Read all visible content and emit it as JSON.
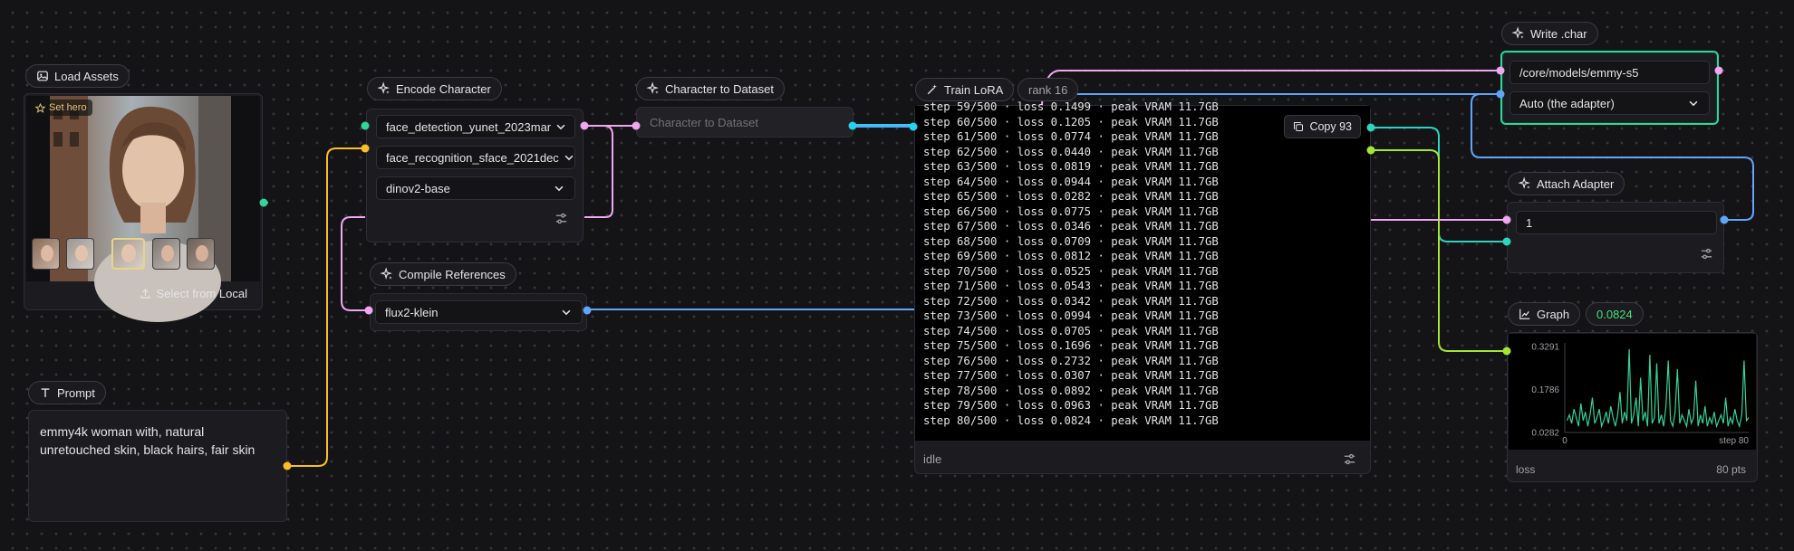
{
  "nodes": {
    "load_assets": {
      "title": "Load Assets",
      "badge": "Set hero",
      "select_label": "Select from Local"
    },
    "prompt": {
      "title": "Prompt",
      "text": "emmy4k woman with, natural unretouched skin, black hairs, fair skin"
    },
    "encode": {
      "title": "Encode Character",
      "options": [
        "face_detection_yunet_2023mar",
        "face_recognition_sface_2021dec",
        "dinov2-base"
      ]
    },
    "compile": {
      "title": "Compile References",
      "option": "flux2-klein"
    },
    "dataset": {
      "title": "Character to Dataset",
      "placeholder": "Character to Dataset"
    },
    "train": {
      "title": "Train LoRA",
      "rank": "rank 16",
      "copy_label": "Copy 93",
      "status": "idle",
      "log": [
        "step 59/500 · loss 0.1499 · peak VRAM 11.7GB",
        "step 60/500 · loss 0.1205 · peak VRAM 11.7GB",
        "step 61/500 · loss 0.0774 · peak VRAM 11.7GB",
        "step 62/500 · loss 0.0440 · peak VRAM 11.7GB",
        "step 63/500 · loss 0.0819 · peak VRAM 11.7GB",
        "step 64/500 · loss 0.0944 · peak VRAM 11.7GB",
        "step 65/500 · loss 0.0282 · peak VRAM 11.7GB",
        "step 66/500 · loss 0.0775 · peak VRAM 11.7GB",
        "step 67/500 · loss 0.0346 · peak VRAM 11.7GB",
        "step 68/500 · loss 0.0709 · peak VRAM 11.7GB",
        "step 69/500 · loss 0.0812 · peak VRAM 11.7GB",
        "step 70/500 · loss 0.0525 · peak VRAM 11.7GB",
        "step 71/500 · loss 0.0543 · peak VRAM 11.7GB",
        "step 72/500 · loss 0.0342 · peak VRAM 11.7GB",
        "step 73/500 · loss 0.0994 · peak VRAM 11.7GB",
        "step 74/500 · loss 0.0705 · peak VRAM 11.7GB",
        "step 75/500 · loss 0.1696 · peak VRAM 11.7GB",
        "step 76/500 · loss 0.2732 · peak VRAM 11.7GB",
        "step 77/500 · loss 0.0307 · peak VRAM 11.7GB",
        "step 78/500 · loss 0.0892 · peak VRAM 11.7GB",
        "step 79/500 · loss 0.0963 · peak VRAM 11.7GB",
        "step 80/500 · loss 0.0824 · peak VRAM 11.7GB"
      ]
    },
    "write_char": {
      "title": "Write .char",
      "path": "/core/models/emmy-s5",
      "adapter": "Auto (the adapter)"
    },
    "attach": {
      "title": "Attach Adapter",
      "value": "1"
    },
    "graph": {
      "title": "Graph",
      "metric": "0.0824",
      "footer_left": "loss",
      "footer_right": "80 pts"
    }
  },
  "chart_data": {
    "type": "line",
    "title": "",
    "xlabel": "",
    "ylabel": "",
    "y_ticks": [
      "0.3291",
      "0.1786",
      "0.0282"
    ],
    "x_ticks": [
      "0",
      "step 80"
    ],
    "ylim": [
      0.0282,
      0.3291
    ],
    "xlim": [
      0,
      80
    ],
    "x": [
      1,
      2,
      3,
      4,
      5,
      6,
      7,
      8,
      9,
      10,
      11,
      12,
      13,
      14,
      15,
      16,
      17,
      18,
      19,
      20,
      21,
      22,
      23,
      24,
      25,
      26,
      27,
      28,
      29,
      30,
      31,
      32,
      33,
      34,
      35,
      36,
      37,
      38,
      39,
      40,
      41,
      42,
      43,
      44,
      45,
      46,
      47,
      48,
      49,
      50,
      51,
      52,
      53,
      54,
      55,
      56,
      57,
      58,
      59,
      60,
      61,
      62,
      63,
      64,
      65,
      66,
      67,
      68,
      69,
      70,
      71,
      72,
      73,
      74,
      75,
      76,
      77,
      78,
      79,
      80
    ],
    "values": [
      0.07,
      0.09,
      0.06,
      0.11,
      0.08,
      0.05,
      0.13,
      0.07,
      0.1,
      0.05,
      0.09,
      0.15,
      0.06,
      0.08,
      0.11,
      0.05,
      0.07,
      0.1,
      0.06,
      0.12,
      0.08,
      0.05,
      0.09,
      0.17,
      0.06,
      0.1,
      0.07,
      0.32,
      0.06,
      0.09,
      0.15,
      0.05,
      0.22,
      0.07,
      0.1,
      0.05,
      0.3,
      0.06,
      0.08,
      0.27,
      0.06,
      0.09,
      0.05,
      0.12,
      0.28,
      0.07,
      0.05,
      0.1,
      0.25,
      0.06,
      0.09,
      0.07,
      0.05,
      0.11,
      0.06,
      0.08,
      0.21,
      0.05,
      0.09,
      0.06,
      0.12,
      0.05,
      0.08,
      0.06,
      0.1,
      0.05,
      0.07,
      0.09,
      0.06,
      0.15,
      0.05,
      0.08,
      0.06,
      0.11,
      0.07,
      0.05,
      0.09,
      0.28,
      0.07,
      0.08
    ],
    "colors": {
      "line": "#34d399",
      "grid": "#2a2a30"
    },
    "grid": false
  },
  "colors": {
    "pink": "#f0a6f0",
    "blue": "#60a5fa",
    "green": "#4ade80",
    "teal": "#2dd4bf",
    "orange": "#fbbf24",
    "cyan": "#22d3ee",
    "accent": "#34d399"
  }
}
